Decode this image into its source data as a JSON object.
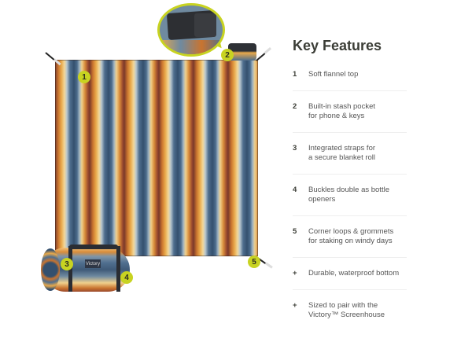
{
  "title": "Key Features",
  "features": [
    {
      "marker": "1",
      "text": "Soft flannel top"
    },
    {
      "marker": "2",
      "text": "Built-in stash pocket\nfor phone & keys"
    },
    {
      "marker": "3",
      "text": "Integrated straps for\na secure blanket roll"
    },
    {
      "marker": "4",
      "text": "Buckles double as bottle openers"
    },
    {
      "marker": "5",
      "text": "Corner loops & grommets\n for staking on windy days"
    },
    {
      "marker": "+",
      "text": "Durable, waterproof bottom"
    },
    {
      "marker": "+",
      "text": "Sized to pair with the\nVictory™ Screenhouse"
    }
  ],
  "image_badges": [
    "1",
    "2",
    "3",
    "4",
    "5"
  ],
  "roll_label": "Victory",
  "colors": {
    "accent": "#c8d321",
    "heading": "#3b3d36",
    "body_text": "#555555"
  }
}
